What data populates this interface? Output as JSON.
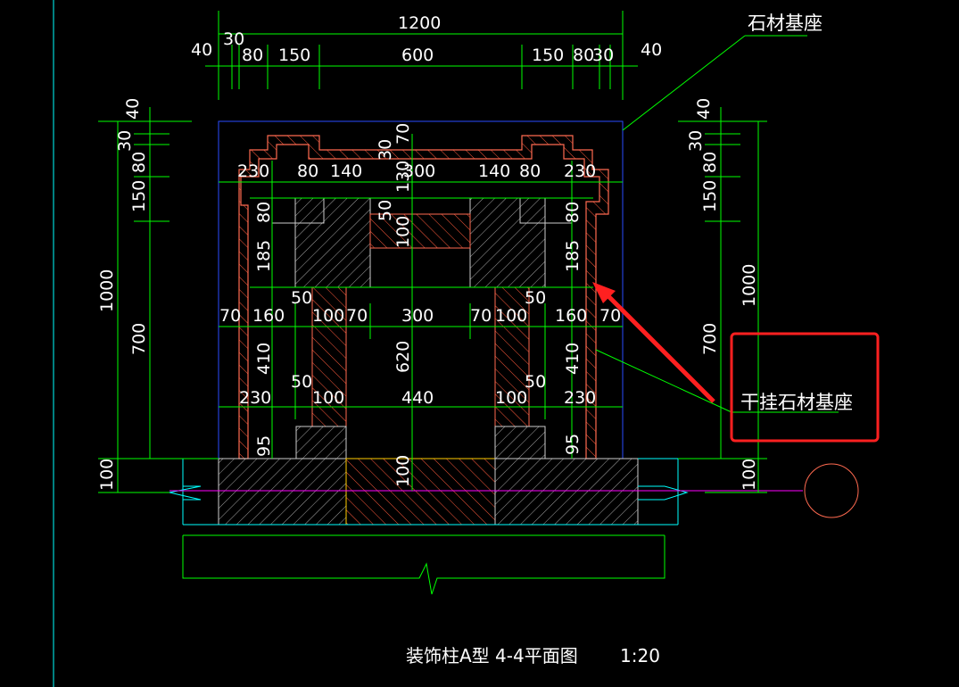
{
  "labels": {
    "stone_base": "石材基座",
    "dry_hang_stone_base": "干挂石材基座",
    "drawing_title": "装饰柱A型 4-4平面图",
    "scale": "1:20"
  },
  "dims": {
    "top_overall": "1200",
    "top_40_left": "40",
    "top_30_left": "30",
    "top_80_left": "80",
    "top_150_left": "150",
    "top_600": "600",
    "top_150_right": "150",
    "top_80_right": "80",
    "top_30_right": "30",
    "top_40_right": "40",
    "left_40": "40",
    "left_30": "30",
    "left_80": "80",
    "left_150": "150",
    "left_1000": "1000",
    "left_700": "700",
    "left_100": "100",
    "right_40": "40",
    "right_30": "30",
    "right_80": "80",
    "right_150": "150",
    "right_1000": "1000",
    "right_700": "700",
    "right_100": "100",
    "in_30": "30",
    "in_70": "70",
    "in_130": "130",
    "row1_230_l": "230",
    "row1_80_l": "80",
    "row1_140_l": "140",
    "row1_300": "300",
    "row1_140_r": "140",
    "row1_80_r": "80",
    "row1_230_r": "230",
    "in_50_a": "50",
    "in_100_a": "100",
    "v_80_l": "80",
    "v_185_l": "185",
    "v_80_r": "80",
    "v_185_r": "185",
    "in_50_l1": "50",
    "in_50_r1": "50",
    "row2_70_l": "70",
    "row2_160_l": "160",
    "row2_100_l": "100",
    "row2_70_m": "70",
    "row2_300": "300",
    "row2_70_m2": "70",
    "row2_100_r": "100",
    "row2_160_r": "160",
    "row2_70_r": "70",
    "v_410_l": "410",
    "v_620": "620",
    "v_410_r": "410",
    "in_50_l2": "50",
    "in_50_r2": "50",
    "row3_230_l": "230",
    "row3_100_l": "100",
    "row3_440": "440",
    "row3_100_r": "100",
    "row3_230_r": "230",
    "v_95_l": "95",
    "v_95_r": "95",
    "v_100_base": "100"
  },
  "colors": {
    "background": "#000000",
    "dimension_lines": "#00ff00",
    "stone_outline": "#ff6a50",
    "base_outline": "#00ffff",
    "bounding_box": "#2a4cff",
    "annotation_box": "#ff2020",
    "centerline": "#ff00ff",
    "leader": "#00ff00"
  }
}
